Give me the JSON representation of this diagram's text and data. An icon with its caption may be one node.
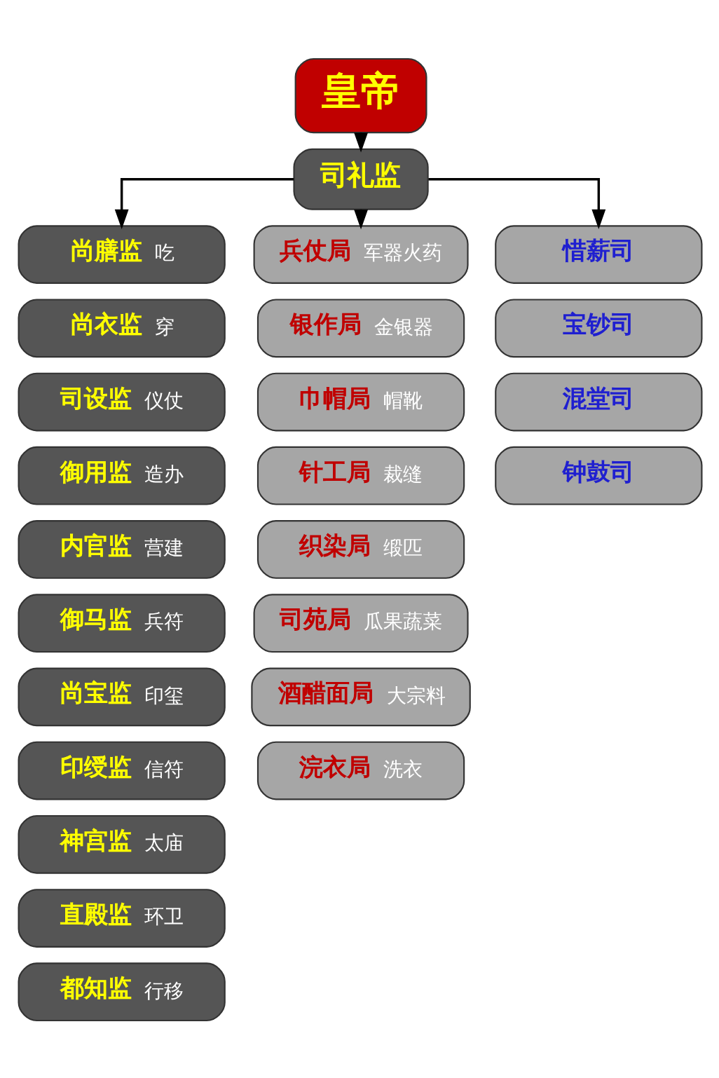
{
  "diagram": {
    "nodes": [
      {
        "text": [
          "皇帝"
        ]
      },
      {
        "text": [
          "司礼监"
        ]
      },
      {
        "text": [
          "尚膳监",
          "吃"
        ]
      },
      {
        "text": [
          "尚衣监",
          "穿"
        ]
      },
      {
        "text": [
          "司设监",
          "仪仗"
        ]
      },
      {
        "text": [
          "御用监",
          "造办"
        ]
      },
      {
        "text": [
          "内官监",
          "营建"
        ]
      },
      {
        "text": [
          "御马监",
          "兵符"
        ]
      },
      {
        "text": [
          "尚宝监",
          "印玺"
        ]
      },
      {
        "text": [
          "印绶监",
          "信符"
        ]
      },
      {
        "text": [
          "神宫监",
          "太庙"
        ]
      },
      {
        "text": [
          "直殿监",
          "环卫"
        ]
      },
      {
        "text": [
          "都知监",
          "行移"
        ]
      },
      {
        "text": [
          "兵仗局",
          "军器火药"
        ]
      },
      {
        "text": [
          "银作局",
          "金银器"
        ]
      },
      {
        "text": [
          "巾帽局",
          "帽靴"
        ]
      },
      {
        "text": [
          "针工局",
          "裁缝"
        ]
      },
      {
        "text": [
          "织染局",
          "缎匹"
        ]
      },
      {
        "text": [
          "司苑局",
          "瓜果蔬菜"
        ]
      },
      {
        "text": [
          "酒醋面局",
          "大宗料"
        ]
      },
      {
        "text": [
          "浣衣局",
          "洗衣"
        ]
      },
      {
        "text": [
          "惜薪司"
        ]
      },
      {
        "text": [
          "宝钞司"
        ]
      },
      {
        "text": [
          "混堂司"
        ]
      },
      {
        "text": [
          "钟鼓司"
        ]
      }
    ],
    "edges": [
      {
        "from": 0,
        "to": 1,
        "arrow": "to"
      },
      {
        "from": 1,
        "to": 2,
        "arrow": "to"
      },
      {
        "from": 1,
        "to": 13,
        "arrow": "to"
      },
      {
        "from": 1,
        "to": 21,
        "arrow": "to"
      }
    ]
  }
}
